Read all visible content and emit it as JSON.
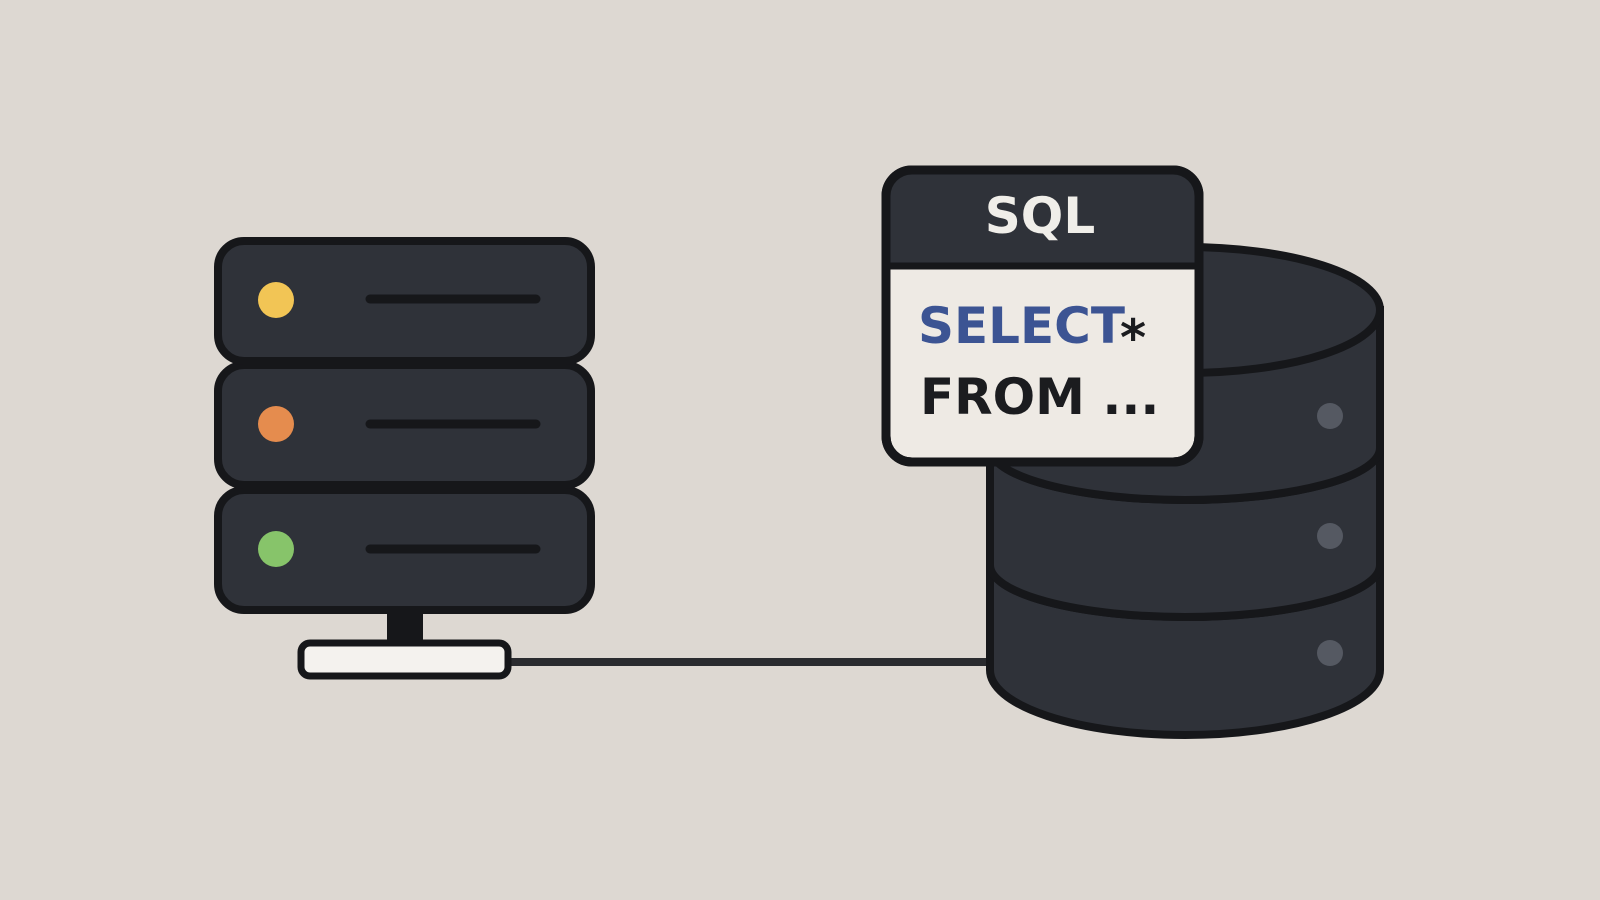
{
  "colors": {
    "background": "#ddd8d2",
    "dark": "#2f3239",
    "outline": "#16171a",
    "panel_body": "#eeeae4",
    "keyword_blue": "#3c5493",
    "text_dark": "#1b1c1f",
    "title_text": "#f0eee9",
    "led_yellow": "#f2c555",
    "led_orange": "#e58c4e",
    "led_green": "#87c46a",
    "db_led": "#555962",
    "cable": "#2a2b2f",
    "base_plate": "#f4f2ee"
  },
  "server": {
    "units": [
      {
        "led_color": "#f2c555"
      },
      {
        "led_color": "#e58c4e"
      },
      {
        "led_color": "#87c46a"
      }
    ]
  },
  "sql_panel": {
    "title": "SQL",
    "keyword": "SELECT",
    "symbol": "*",
    "line2": "FROM ..."
  },
  "icons": {
    "server": "server-rack-icon",
    "database": "database-cylinder-icon",
    "query": "sql-query-card-icon"
  }
}
